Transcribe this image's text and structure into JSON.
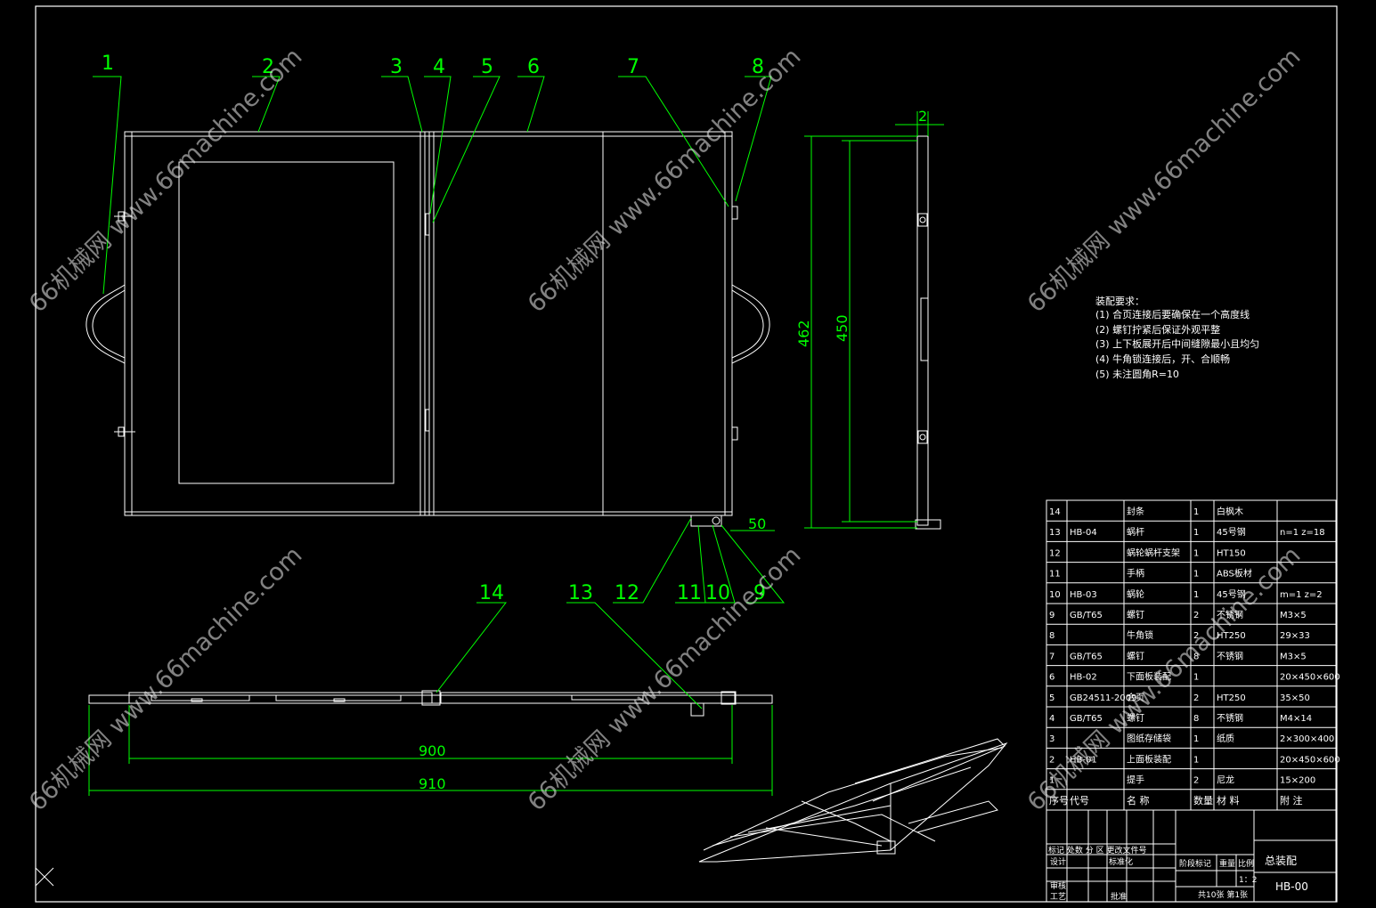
{
  "colors": {
    "background": "#000000",
    "lines": "#ffffff",
    "leaders": "#00ff00",
    "dimensions": "#00ff00"
  },
  "balloons": [
    "1",
    "2",
    "3",
    "4",
    "5",
    "6",
    "7",
    "8",
    "9",
    "10",
    "11",
    "12",
    "13",
    "14"
  ],
  "dimensions": {
    "thickness": "2",
    "height_outer": "462",
    "height_inner": "450",
    "offset": "50",
    "width_inner": "900",
    "width_outer": "910"
  },
  "requirements": {
    "title": "装配要求：",
    "items": [
      "(1) 合页连接后要确保在一个高度线",
      "(2) 螺钉拧紧后保证外观平整",
      "(3) 上下板展开后中间缝隙最小且均匀",
      "(4) 牛角锁连接后，开、合顺畅",
      "(5) 未注圆角R=10"
    ]
  },
  "bom": {
    "rows": [
      {
        "no": "14",
        "code": "",
        "name": "封条",
        "qty": "1",
        "material": "白枫木",
        "note": ""
      },
      {
        "no": "13",
        "code": "HB-04",
        "name": "蜗杆",
        "qty": "1",
        "material": "45号钢",
        "note": "n=1  z=18"
      },
      {
        "no": "12",
        "code": "",
        "name": "蜗轮蜗杆支架",
        "qty": "1",
        "material": "HT150",
        "note": ""
      },
      {
        "no": "11",
        "code": "",
        "name": "手柄",
        "qty": "1",
        "material": "ABS板材",
        "note": ""
      },
      {
        "no": "10",
        "code": "HB-03",
        "name": "蜗轮",
        "qty": "1",
        "material": "45号钢",
        "note": "m=1  z=2"
      },
      {
        "no": "9",
        "code": "GB/T65",
        "name": "螺钉",
        "qty": "2",
        "material": "不锈钢",
        "note": "M3×5"
      },
      {
        "no": "8",
        "code": "",
        "name": "牛角锁",
        "qty": "2",
        "material": "HT250",
        "note": "29×33"
      },
      {
        "no": "7",
        "code": "GB/T65",
        "name": "螺钉",
        "qty": "8",
        "material": "不锈钢",
        "note": "M3×5"
      },
      {
        "no": "6",
        "code": "HB-02",
        "name": "下面板装配",
        "qty": "1",
        "material": "",
        "note": "20×450×600"
      },
      {
        "no": "5",
        "code": "GB24511-2009",
        "name": "合页",
        "qty": "2",
        "material": "HT250",
        "note": "35×50"
      },
      {
        "no": "4",
        "code": "GB/T65",
        "name": "螺钉",
        "qty": "8",
        "material": "不锈钢",
        "note": "M4×14"
      },
      {
        "no": "3",
        "code": "",
        "name": "图纸存储袋",
        "qty": "1",
        "material": "纸质",
        "note": "2×300×400"
      },
      {
        "no": "2",
        "code": "HB-01",
        "name": "上面板装配",
        "qty": "1",
        "material": "",
        "note": "20×450×600"
      },
      {
        "no": "1",
        "code": "",
        "name": "提手",
        "qty": "2",
        "material": "尼龙",
        "note": "15×200"
      }
    ],
    "header": {
      "no": "序号",
      "code": "代号",
      "name": "名   称",
      "qty": "数量",
      "material": "材   料",
      "note": "附   注"
    }
  },
  "title_block": {
    "drawing_title": "总装配",
    "drawing_no": "HB-00",
    "scale": "1：2",
    "sheets": "共10张  第1张",
    "labels": {
      "revision": "标记  处数  分 区  更改文件号",
      "design": "设计",
      "standard": "标准化",
      "stage": "阶段标记",
      "weight": "重量",
      "ratio": "比例",
      "review": "审核",
      "process": "工艺",
      "approve": "批准"
    }
  },
  "watermarks": [
    "66机械网 www.66machine.com",
    "66机械网 www.66machine.com",
    "66机械网 www.66machine.com",
    "66机械网 www.66machine.com",
    "66机械网 www.66machine.com",
    "66机械网 www.66machine.com"
  ]
}
